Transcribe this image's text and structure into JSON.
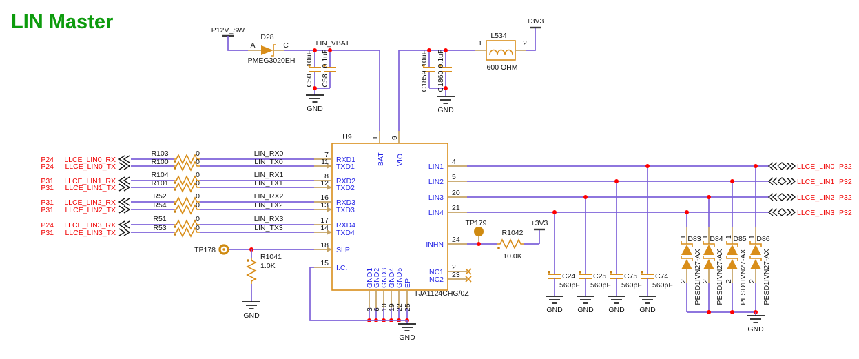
{
  "title": "LIN Master",
  "labels": {
    "gnd": "GND",
    "p12v": "P12V_SW",
    "lin_vbat": "LIN_VBAT",
    "v3": "+3V3"
  },
  "d28": {
    "ref": "D28",
    "part": "PMEG3020EH",
    "a": "A",
    "c": "C"
  },
  "top_caps": [
    {
      "ref": "C50",
      "val": "10uF"
    },
    {
      "ref": "C58",
      "val": "0.1uF"
    },
    {
      "ref": "C1859",
      "val": "10uF"
    },
    {
      "ref": "C1860",
      "val": "0.1uF"
    }
  ],
  "l534": {
    "ref": "L534",
    "val": "600 OHM",
    "p1": "1",
    "p2": "2"
  },
  "ic": {
    "ref": "U9",
    "part": "TJA1124CHG/0Z",
    "left": [
      {
        "num": "7",
        "name": "RXD1"
      },
      {
        "num": "11",
        "name": "TXD1"
      },
      {
        "num": "8",
        "name": "RXD2"
      },
      {
        "num": "12",
        "name": "TXD2"
      },
      {
        "num": "16",
        "name": "RXD3"
      },
      {
        "num": "13",
        "name": "TXD3"
      },
      {
        "num": "17",
        "name": "RXD4"
      },
      {
        "num": "14",
        "name": "TXD4"
      },
      {
        "num": "18",
        "name": "SLP"
      },
      {
        "num": "15",
        "name": "I.C."
      }
    ],
    "top": [
      {
        "num": "1",
        "name": "BAT"
      },
      {
        "num": "9",
        "name": "VIO"
      }
    ],
    "right": [
      {
        "num": "4",
        "name": "LIN1"
      },
      {
        "num": "5",
        "name": "LIN2"
      },
      {
        "num": "20",
        "name": "LIN3"
      },
      {
        "num": "21",
        "name": "LIN4"
      },
      {
        "num": "24",
        "name": "INHN"
      },
      {
        "num": "2",
        "name": "NC1"
      },
      {
        "num": "23",
        "name": "NC2"
      }
    ],
    "bottom": [
      {
        "num": "3",
        "name": "GND1"
      },
      {
        "num": "6",
        "name": "GND2"
      },
      {
        "num": "10",
        "name": "GND3"
      },
      {
        "num": "19",
        "name": "GND4"
      },
      {
        "num": "22",
        "name": "GND5"
      },
      {
        "num": "25",
        "name": "EP"
      }
    ]
  },
  "left_rows": [
    {
      "page": "P24",
      "net": "LLCE_LIN0_RX",
      "res": "R103",
      "val": "0",
      "lin": "LIN_RX0"
    },
    {
      "page": "P24",
      "net": "LLCE_LIN0_TX",
      "res": "R100",
      "val": "0",
      "lin": "LIN_TX0"
    },
    {
      "page": "P31",
      "net": "LLCE_LIN1_RX",
      "res": "R104",
      "val": "0",
      "lin": "LIN_RX1"
    },
    {
      "page": "P31",
      "net": "LLCE_LIN1_TX",
      "res": "R101",
      "val": "0",
      "lin": "LIN_TX1"
    },
    {
      "page": "P31",
      "net": "LLCE_LIN2_RX",
      "res": "R52",
      "val": "0",
      "lin": "LIN_RX2"
    },
    {
      "page": "P31",
      "net": "LLCE_LIN2_TX",
      "res": "R54",
      "val": "0",
      "lin": "LIN_TX2"
    },
    {
      "page": "P24",
      "net": "LLCE_LIN3_RX",
      "res": "R51",
      "val": "0",
      "lin": "LIN_RX3"
    },
    {
      "page": "P31",
      "net": "LLCE_LIN3_TX",
      "res": "R53",
      "val": "0",
      "lin": "LIN_TX3"
    }
  ],
  "tp178": {
    "ref": "TP178"
  },
  "r1041": {
    "ref": "R1041",
    "val": "1.0K"
  },
  "tp179": {
    "ref": "TP179"
  },
  "r1042": {
    "ref": "R1042",
    "val": "10.0K"
  },
  "lin_caps": [
    {
      "ref": "C24",
      "val": "560pF"
    },
    {
      "ref": "C25",
      "val": "560pF"
    },
    {
      "ref": "C75",
      "val": "560pF"
    },
    {
      "ref": "C74",
      "val": "560pF"
    }
  ],
  "tvs": [
    {
      "ref": "D83",
      "part": "PESD1IVN27-AX",
      "p1": "1",
      "p2": "2"
    },
    {
      "ref": "D84",
      "part": "PESD1IVN27-AX",
      "p1": "1",
      "p2": "2"
    },
    {
      "ref": "D85",
      "part": "PESD1IVN27-AX",
      "p1": "1",
      "p2": "2"
    },
    {
      "ref": "D86",
      "part": "PESD1IVN27-AX",
      "p1": "1",
      "p2": "2"
    }
  ],
  "ports": [
    {
      "net": "LLCE_LIN0",
      "page": "P32"
    },
    {
      "net": "LLCE_LIN1",
      "page": "P32"
    },
    {
      "net": "LLCE_LIN2",
      "page": "P32"
    },
    {
      "net": "LLCE_LIN3",
      "page": "P32"
    }
  ],
  "colors": {
    "wire": "#7E62D9",
    "pin_stub": "#C4A264",
    "symbol_orange": "#D98E1A",
    "junction_red": "#FF0000",
    "pin_name_blue": "#2323E6",
    "net_red": "#F00202",
    "title_green": "#0D9B0D"
  }
}
